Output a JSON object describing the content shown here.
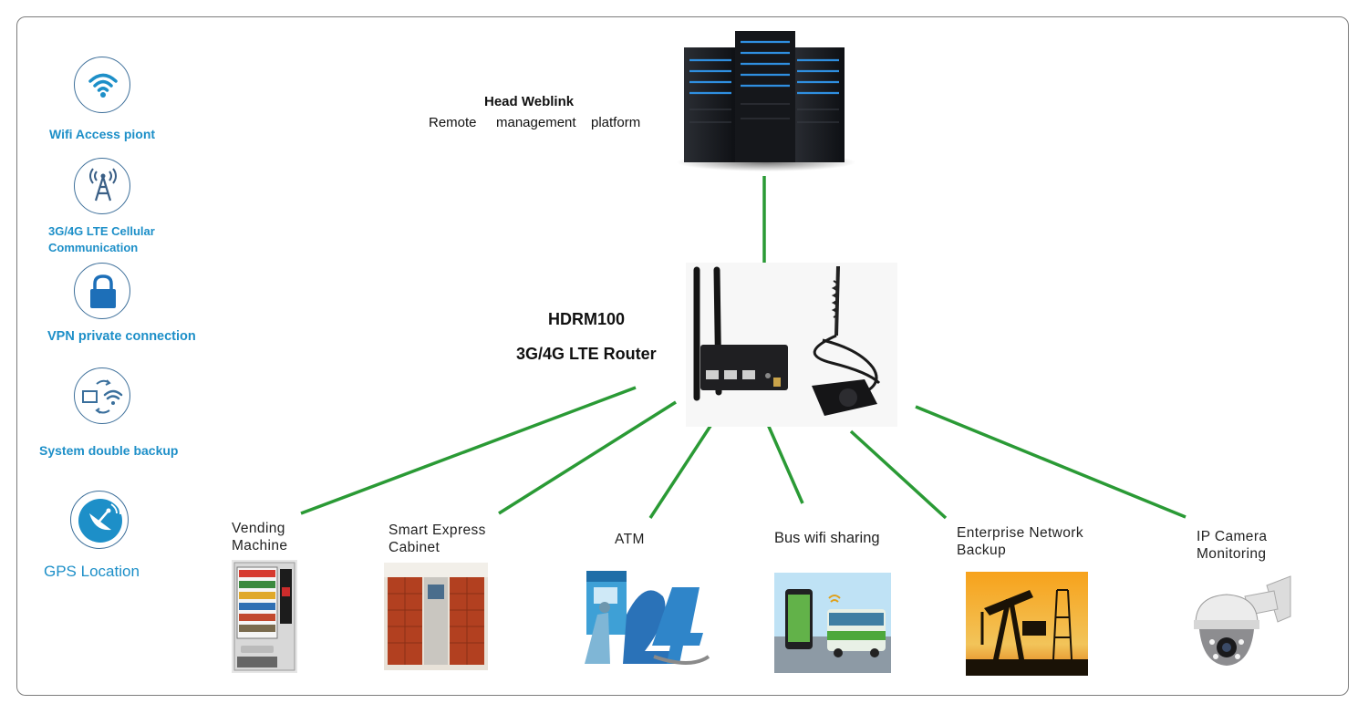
{
  "server": {
    "title": "Head Weblink",
    "subtitle_parts": [
      "Remote",
      "management",
      "platform"
    ]
  },
  "router": {
    "model": "HDRM100",
    "description": "3G/4G LTE Router"
  },
  "features": [
    {
      "label": "Wifi Access piont",
      "icon": "wifi-icon"
    },
    {
      "label_line1": "3G/4G LTE Cellular",
      "label_line2": "Communication",
      "icon": "cell-tower-icon"
    },
    {
      "label": "VPN private connection",
      "icon": "lock-icon"
    },
    {
      "label": "System double backup",
      "icon": "backup-icon"
    },
    {
      "label": "GPS Location",
      "icon": "satellite-dish-icon"
    }
  ],
  "applications": [
    {
      "line1": "Vending",
      "line2": "Machine"
    },
    {
      "line1": "Smart Express",
      "line2": "Cabinet"
    },
    {
      "line1": "ATM"
    },
    {
      "line1": "Bus wifi sharing"
    },
    {
      "line1": "Enterprise Network",
      "line2": "Backup"
    },
    {
      "line1": "IP Camera",
      "line2": "Monitoring"
    }
  ],
  "colors": {
    "link_line": "#2a9a35",
    "feature_text": "#1d8fc8",
    "icon_ring": "#3d6f9a",
    "frame": "#7c7c7c"
  }
}
